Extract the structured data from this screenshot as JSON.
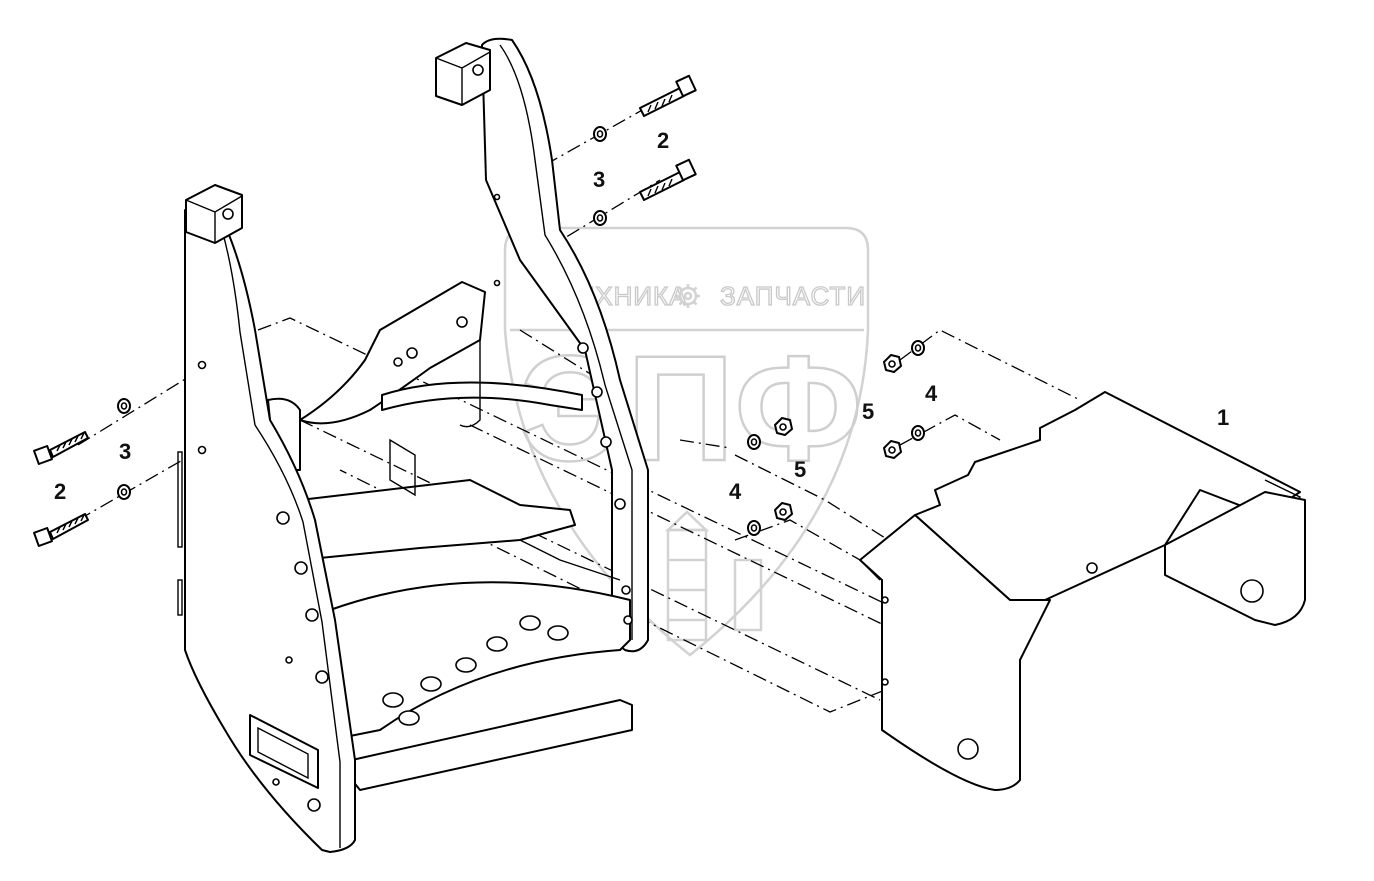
{
  "watermark": {
    "left_text": "ТЕХНИКА",
    "right_text": "ЗАПЧАСТИ",
    "monogram": "ЭПФ",
    "gear_icon": "gear-icon"
  },
  "callouts": {
    "c1": "1",
    "c2a": "2",
    "c2b": "2",
    "c3a": "3",
    "c3b": "3",
    "c4a": "4",
    "c4b": "4",
    "c5a": "5",
    "c5b": "5"
  },
  "colors": {
    "line": "#000000",
    "background": "#ffffff",
    "watermark": "#cfcfcf"
  }
}
